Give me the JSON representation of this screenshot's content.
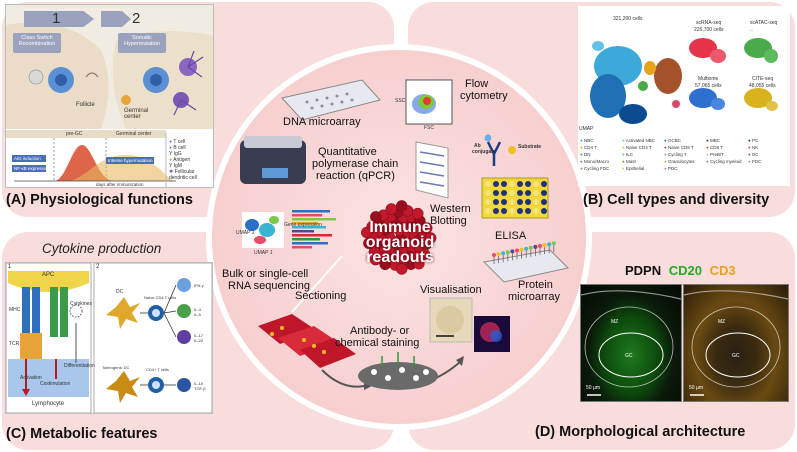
{
  "captions": {
    "a": "(A) Physiological functions",
    "b": "(B) Cell types and diversity",
    "c": "(C) Metabolic features",
    "d": "(D) Morphological architecture"
  },
  "panel_a": {
    "step1": "1",
    "step2": "2",
    "csr": "Class Switch Recombination",
    "shm": "Somatic Hypermutation",
    "follicle": "Follicle",
    "germinal": "Germinal center",
    "pre_gc": "pre-GC",
    "gc": "Germinal center",
    "x_axis": "days after immunization",
    "left_box": "AID induction",
    "left_box2": "NF-κB expression",
    "mid_box": "Intense hypermutation level",
    "legend": [
      "T cell",
      "B cell",
      "IgG",
      "Antigen",
      "IgM",
      "Follicular dendritic cell"
    ]
  },
  "panel_b": {
    "count_main": "321,200 cells",
    "scrna": "scRNA-seq",
    "scrna_n": "226,700 cells",
    "scatac": "scATAC-seq",
    "scatac_n": "..",
    "multiome": "Multiome",
    "multiome_n": "57,065 cells",
    "cite": "CITE-seq",
    "cite_n": "48,055 cells",
    "axis": "UMAP",
    "legend": [
      "NBC",
      "Activated NBC",
      "GCBC",
      "MBC",
      "PC",
      "CD4 T",
      "Naive CD4 T",
      "Naive CD8 T",
      "CD8 T",
      "NK",
      "DN",
      "ILC",
      "Cycling T",
      "PreB/T",
      "DC",
      "Mono/Macro",
      "Mast",
      "Granulocytes",
      "Cycling myeloid",
      "FDC",
      "Cycling FDC",
      "Epithelial",
      "PDC"
    ]
  },
  "panel_c": {
    "title": "Cytokine production",
    "step1": "1",
    "step2": "2",
    "apc": "APC",
    "mhc": "MHC",
    "tcr": "TCR",
    "cd_label": "Cytokines",
    "activation": "Activation",
    "costimulation": "Costimulation",
    "differentiation": "Differentiation",
    "lymphocyte": "Lymphocyte",
    "dc": "DC",
    "naive": "Naïve CD4 T cells",
    "tolerogenic": "Tolerogenic DC",
    "treg": "CD4+ T cells",
    "outs": [
      "IFN-γ",
      "IL-4\nIL-5",
      "IL-17\nIL-22",
      "IL-10\nTGF-β"
    ]
  },
  "panel_d": {
    "legend": [
      "PDPN",
      "CD20",
      "CD3"
    ],
    "legend_colors": [
      "#111111",
      "#22aa22",
      "#e6a21c"
    ],
    "mz": "MZ",
    "gc": "GC",
    "scale": "50 µm"
  },
  "center": {
    "title_line1": "Immune",
    "title_line2": "organoid",
    "title_line3": "readouts",
    "dna": "DNA microarray",
    "flow1": "Flow",
    "flow2": "cytometry",
    "qpcr1": "Quantitative",
    "qpcr2": "polymerase chain",
    "qpcr3": "reaction (qPCR)",
    "western1": "Western",
    "western2": "Blotting",
    "elisa": "ELISA",
    "rna1": "Bulk or single-cell",
    "rna2": "RNA sequencing",
    "protein1": "Protein",
    "protein2": "microarray",
    "sectioning": "Sectioning",
    "visualisation": "Visualisation",
    "staining1": "Antibody- or",
    "staining2": "chemical staining",
    "flow_x": "FSC",
    "flow_y": "SSC",
    "ab1": "Ab",
    "ab2": "conjugate",
    "substrate": "Substrate",
    "umap_x": "UMAP 1",
    "umap_y": "UMAP 2",
    "gene_label": "Gene expression"
  }
}
